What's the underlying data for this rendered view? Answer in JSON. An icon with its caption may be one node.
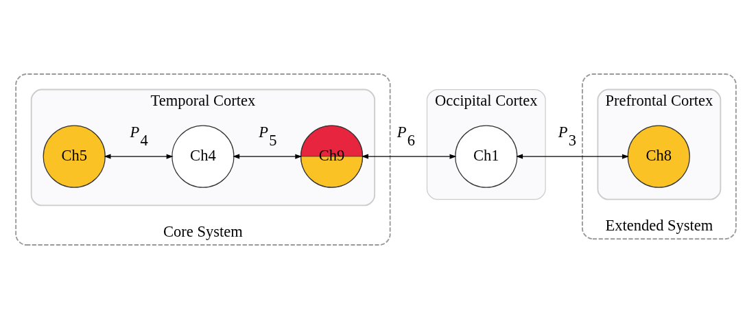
{
  "diagram": {
    "nodes": [
      {
        "text": [
          "Core System"
        ]
      },
      {
        "text": [
          "Temporal Cortex"
        ],
        "in": 0
      },
      {
        "text": [
          "Ch5"
        ],
        "in": 1
      },
      {
        "text": [
          "Ch4"
        ],
        "in": 1
      },
      {
        "text": [
          "Ch9"
        ],
        "in": 1
      },
      {
        "text": [
          "Occipital Cortex"
        ]
      },
      {
        "text": [
          "Ch1"
        ],
        "in": 5
      },
      {
        "text": [
          "Extended System"
        ]
      },
      {
        "text": [
          "Prefrontal Cortex"
        ],
        "in": 7
      },
      {
        "text": [
          "Ch8"
        ],
        "in": 8
      }
    ],
    "edges": [
      {
        "from": 2,
        "to": 3,
        "arrow": "both",
        "label": "P$_{4}$"
      },
      {
        "from": 3,
        "to": 4,
        "arrow": "both",
        "label": "P$_{5}$"
      },
      {
        "from": 4,
        "to": 6,
        "arrow": "both",
        "label": "P$_{6}$"
      },
      {
        "from": 6,
        "to": 9,
        "arrow": "both",
        "label": "P$_{3}$"
      }
    ]
  }
}
